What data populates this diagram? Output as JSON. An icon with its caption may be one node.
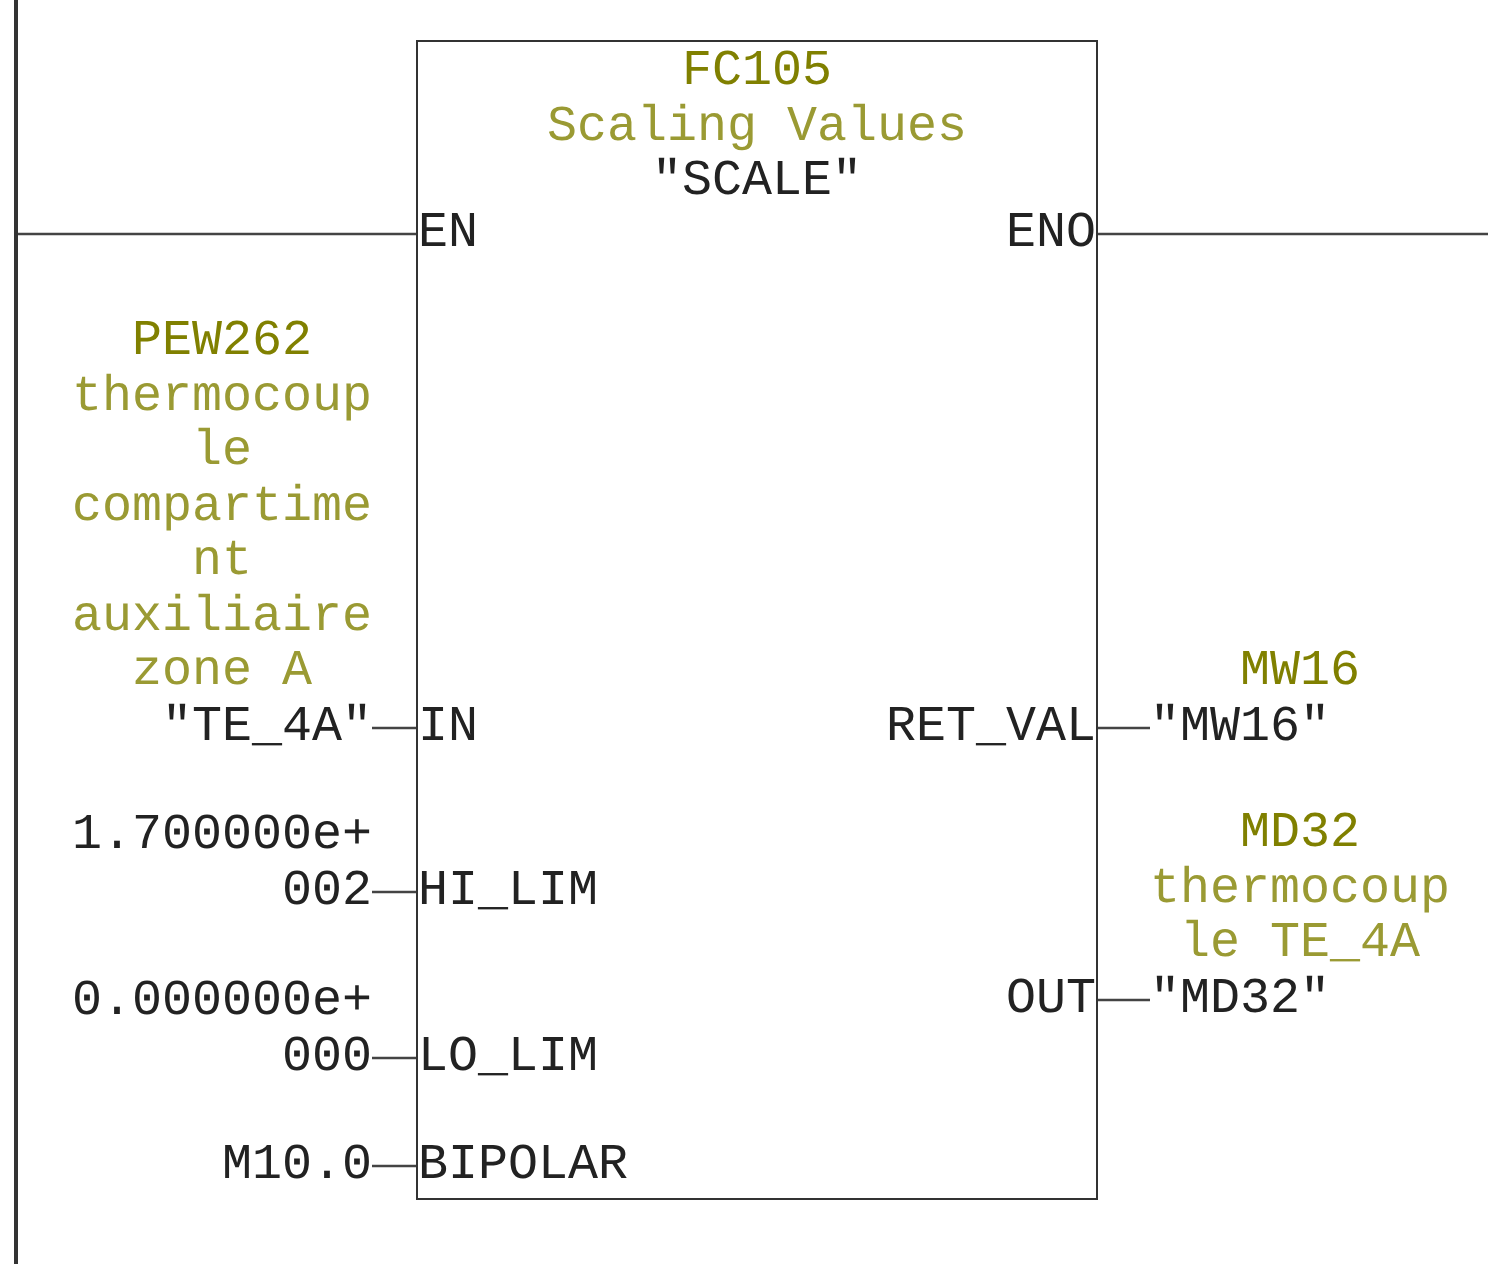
{
  "diagram": {
    "nodes": [
      {
        "text": [],
        "shape": "bar"
      },
      {
        "text": [
          "FC105",
          "Scaling Values",
          "\"SCALE\""
        ]
      },
      {
        "text": [
          "EN"
        ],
        "in": 1
      },
      {
        "text": [
          "ENO"
        ],
        "in": 1
      },
      {
        "text": [
          "IN"
        ],
        "in": 1
      },
      {
        "text": [
          "RET_VAL"
        ],
        "in": 1
      },
      {
        "text": [
          "HI_LIM"
        ],
        "in": 1
      },
      {
        "text": [
          "OUT"
        ],
        "in": 1
      },
      {
        "text": [
          "LO_LIM"
        ],
        "in": 1
      },
      {
        "text": [
          "BIPOLAR"
        ],
        "in": 1
      },
      {
        "text": [
          "PEW262",
          "thermocouple compartiment auxiliaire zone A",
          "\"TE_4A\""
        ]
      },
      {
        "text": [
          "MW16",
          "\"MW16\""
        ]
      },
      {
        "text": [
          "1.700000e+002"
        ]
      },
      {
        "text": [
          "MD32",
          "thermocouple TE_4A",
          "\"MD32\""
        ]
      },
      {
        "text": [
          "0.000000e+000"
        ]
      },
      {
        "text": [
          "M10.0"
        ]
      }
    ],
    "edges": [
      {
        "from": 0,
        "to": 2,
        "arrow": "none"
      },
      {
        "from": 3,
        "to": null,
        "arrow": "none"
      },
      {
        "from": 10,
        "to": 4,
        "arrow": "none"
      },
      {
        "from": 5,
        "to": 11,
        "arrow": "none"
      },
      {
        "from": 12,
        "to": 6,
        "arrow": "none"
      },
      {
        "from": 7,
        "to": 13,
        "arrow": "none"
      },
      {
        "from": 14,
        "to": 8,
        "arrow": "none"
      },
      {
        "from": 15,
        "to": 9,
        "arrow": "none"
      }
    ]
  }
}
